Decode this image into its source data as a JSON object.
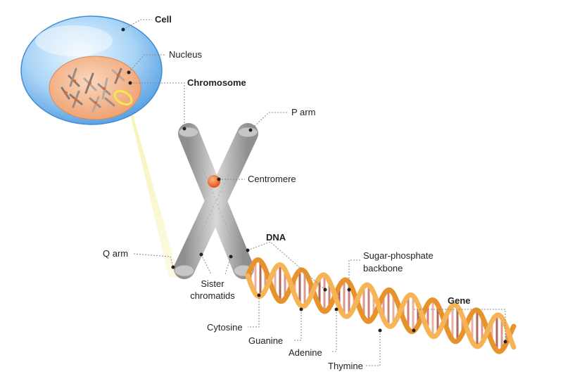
{
  "labels": {
    "cell": "Cell",
    "nucleus": "Nucleus",
    "chromosome": "Chromosome",
    "p_arm": "P arm",
    "centromere": "Centromere",
    "q_arm": "Q arm",
    "dna": "DNA",
    "sugar_phosphate_backbone_line1": "Sugar-phosphate",
    "sugar_phosphate_backbone_line2": "backbone",
    "sister_chromatids_line1": "Sister",
    "sister_chromatids_line2": "chromatids",
    "gene": "Gene",
    "cytosine": "Cytosine",
    "guanine": "Guanine",
    "adenine": "Adenine",
    "thymine": "Thymine"
  },
  "colors": {
    "cell_blue": "#5fa8e8",
    "nucleus_peach": "#f2b48c",
    "chromosome_gray": "#b8b8b8",
    "centromere_orange": "#ef6a2a",
    "dna_backbone": "#f0a23c",
    "base_pair": "#c9847a",
    "zoom_beam": "#f7f3b0",
    "leader_line": "#888888"
  }
}
